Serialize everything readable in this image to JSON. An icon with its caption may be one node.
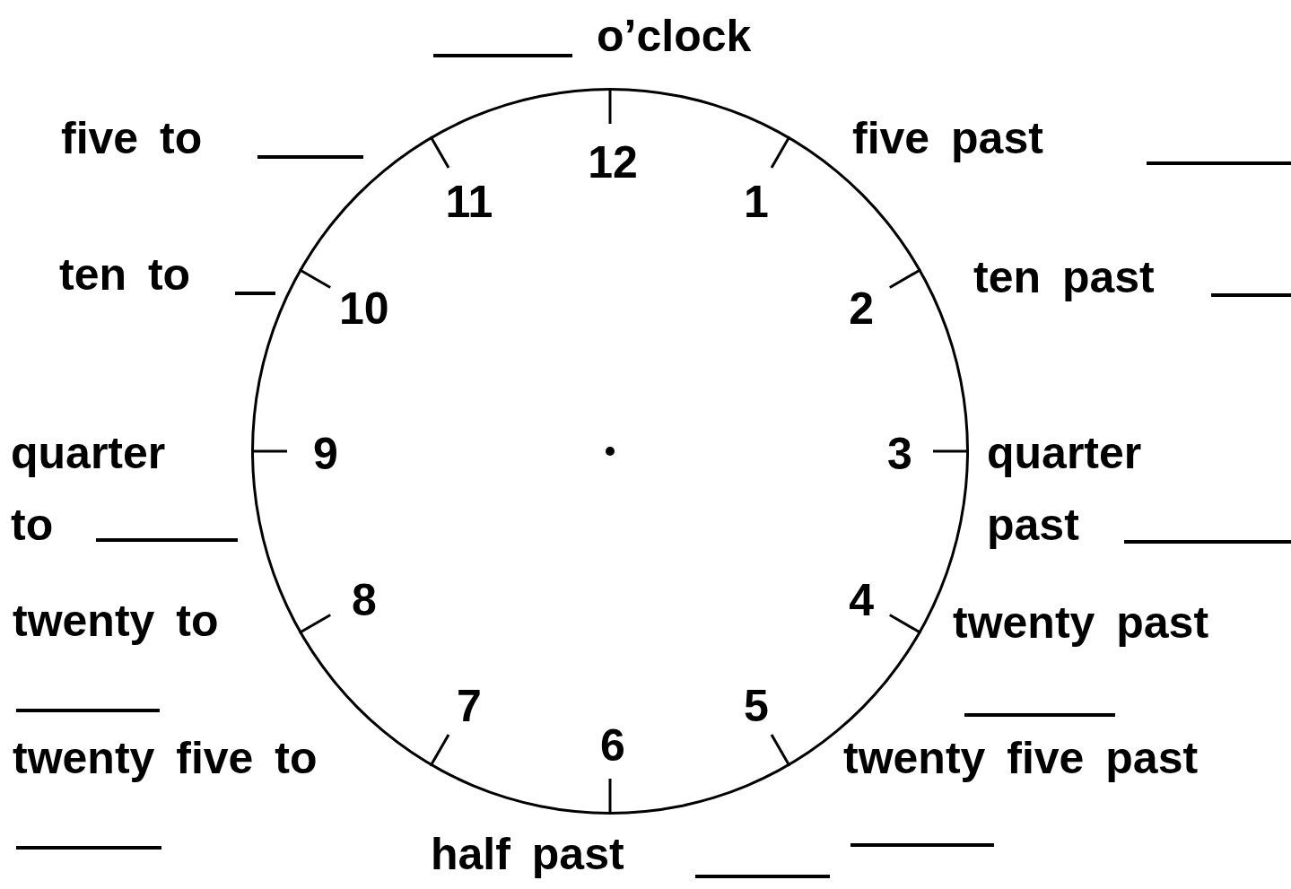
{
  "diagram": {
    "nodes": [
      {
        "text": [
          "12",
          "1",
          "2",
          "3",
          "4",
          "5",
          "6",
          "7",
          "8",
          "9",
          "10",
          "11"
        ]
      }
    ],
    "labels": [
      "o’clock",
      "five to",
      "five past",
      "ten to",
      "ten past",
      "quarter to",
      "quarter past",
      "twenty to",
      "twenty past",
      "twenty five to",
      "twenty five past",
      "half past"
    ]
  }
}
